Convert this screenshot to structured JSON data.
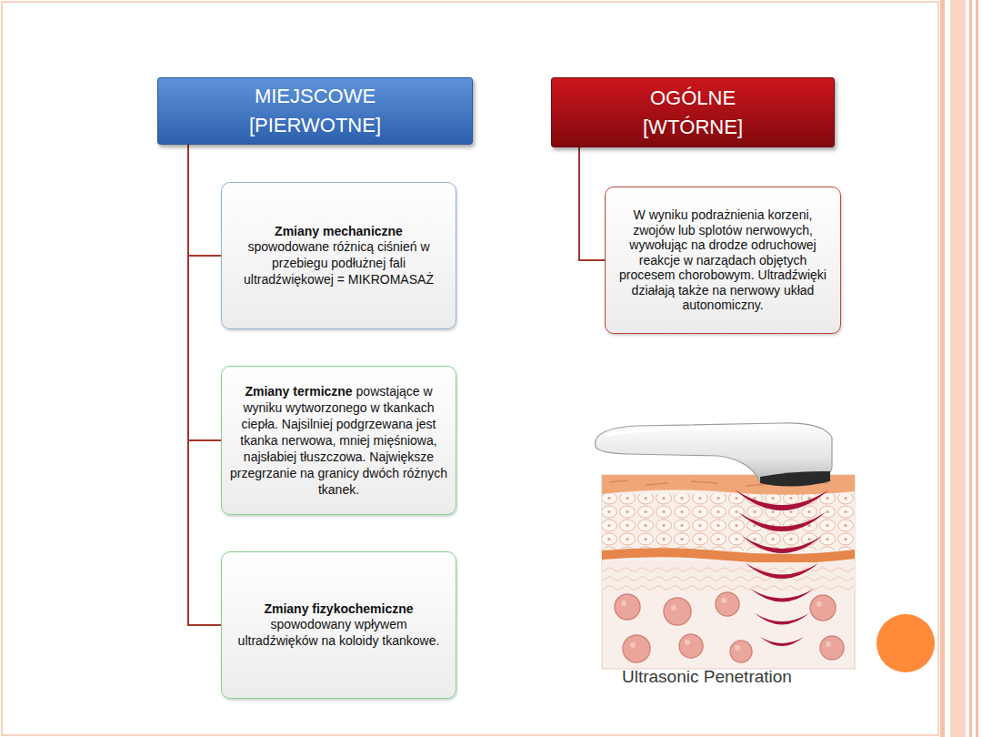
{
  "diagram": {
    "nodes": [
      {
        "text": [
          "MIEJSCOWE [PIERWOTNE]"
        ]
      },
      {
        "text": [
          "OGÓLNE [WTÓRNE]"
        ]
      },
      {
        "text": [
          "Zmiany mechaniczne",
          "spowodowane różnicą ciśnień w przebiegu podłużnej fali ultradźwiękowej = MIKROMASAŻ"
        ]
      },
      {
        "text": [
          "Zmiany termiczne",
          "powstające w wyniku wytworzonego w tkankach ciepła. Najsilniej podgrzewana jest tkanka nerwowa, mniej mięśniowa, najsłabiej tłuszczowa. Największe przegrzanie na granicy dwóch różnych tkanek."
        ]
      },
      {
        "text": [
          "Zmiany fizykochemiczne",
          "spowodowany wpływem ultradźwięków na koloidy tkankowe."
        ]
      },
      {
        "text": [
          "W wyniku podrażnienia korzeni, zwojów lub splotów nerwowych, wywołując na drodze odruchowej reakcje w narządach objętych procesem chorobowym. Ultradźwięki działają także na nerwowy układ autonomiczny."
        ]
      }
    ],
    "edges": [
      {
        "from": 0,
        "to": 2,
        "arrow": "none"
      },
      {
        "from": 0,
        "to": 3,
        "arrow": "none"
      },
      {
        "from": 0,
        "to": 4,
        "arrow": "none"
      },
      {
        "from": 1,
        "to": 5,
        "arrow": "none"
      }
    ],
    "labels": [
      "Ultrasonic Penetration"
    ]
  }
}
